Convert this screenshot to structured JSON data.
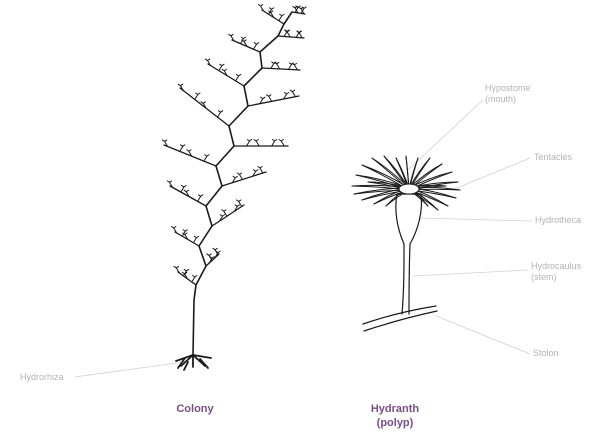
{
  "labels": {
    "hydrorhiza": "Hydrorhiza",
    "hypostome_line1": "Hypostome",
    "hypostome_line2": "(mouth)",
    "tentacles": "Tentacles",
    "hydrotheca": "Hydrotheca",
    "hydrocaulus_line1": "Hydrocaulus",
    "hydrocaulus_line2": "(stem)",
    "stolon": "Stolon"
  },
  "captions": {
    "colony": "Colony",
    "hydranth_line1": "Hydranth",
    "hydranth_line2": "(polyp)"
  },
  "colors": {
    "ink": "#1a1a1a",
    "leader_line": "#d0d0d0",
    "label_text": "#b3b3b3",
    "caption_text": "#7a4d86"
  }
}
